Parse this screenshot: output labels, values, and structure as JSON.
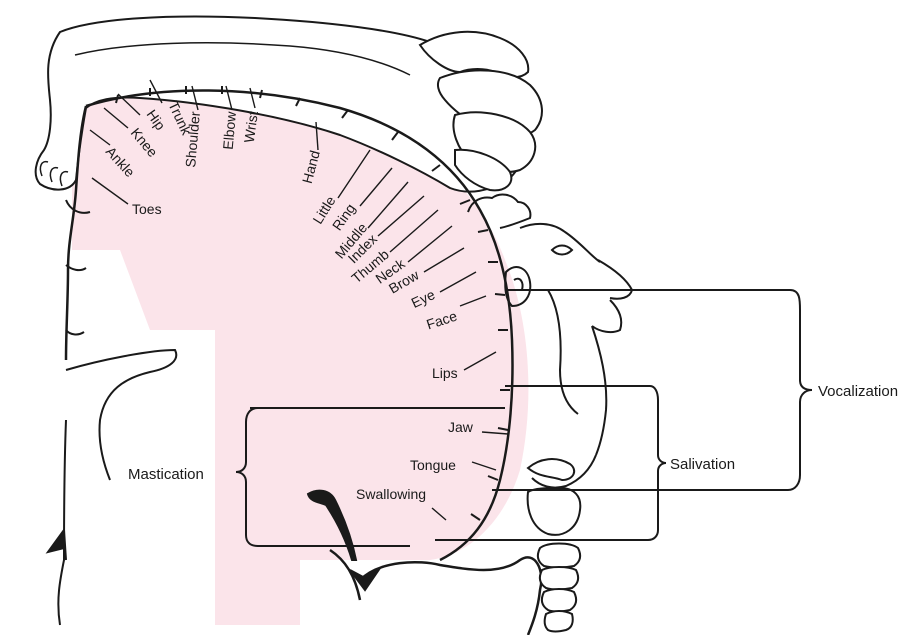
{
  "colors": {
    "ink": "#1a1a1a",
    "cortex_tint": "#fbe4ea",
    "background": "#ffffff"
  },
  "body_parts": [
    "Toes",
    "Ankle",
    "Knee",
    "Hip",
    "Trunk",
    "Shoulder",
    "Elbow",
    "Wrist",
    "Hand",
    "Little",
    "Ring",
    "Middle",
    "Index",
    "Thumb",
    "Neck",
    "Brow",
    "Eye",
    "Face",
    "Lips",
    "Jaw",
    "Tongue",
    "Swallowing"
  ],
  "functions": {
    "mastication": "Mastication",
    "salivation": "Salivation",
    "vocalization": "Vocalization"
  }
}
